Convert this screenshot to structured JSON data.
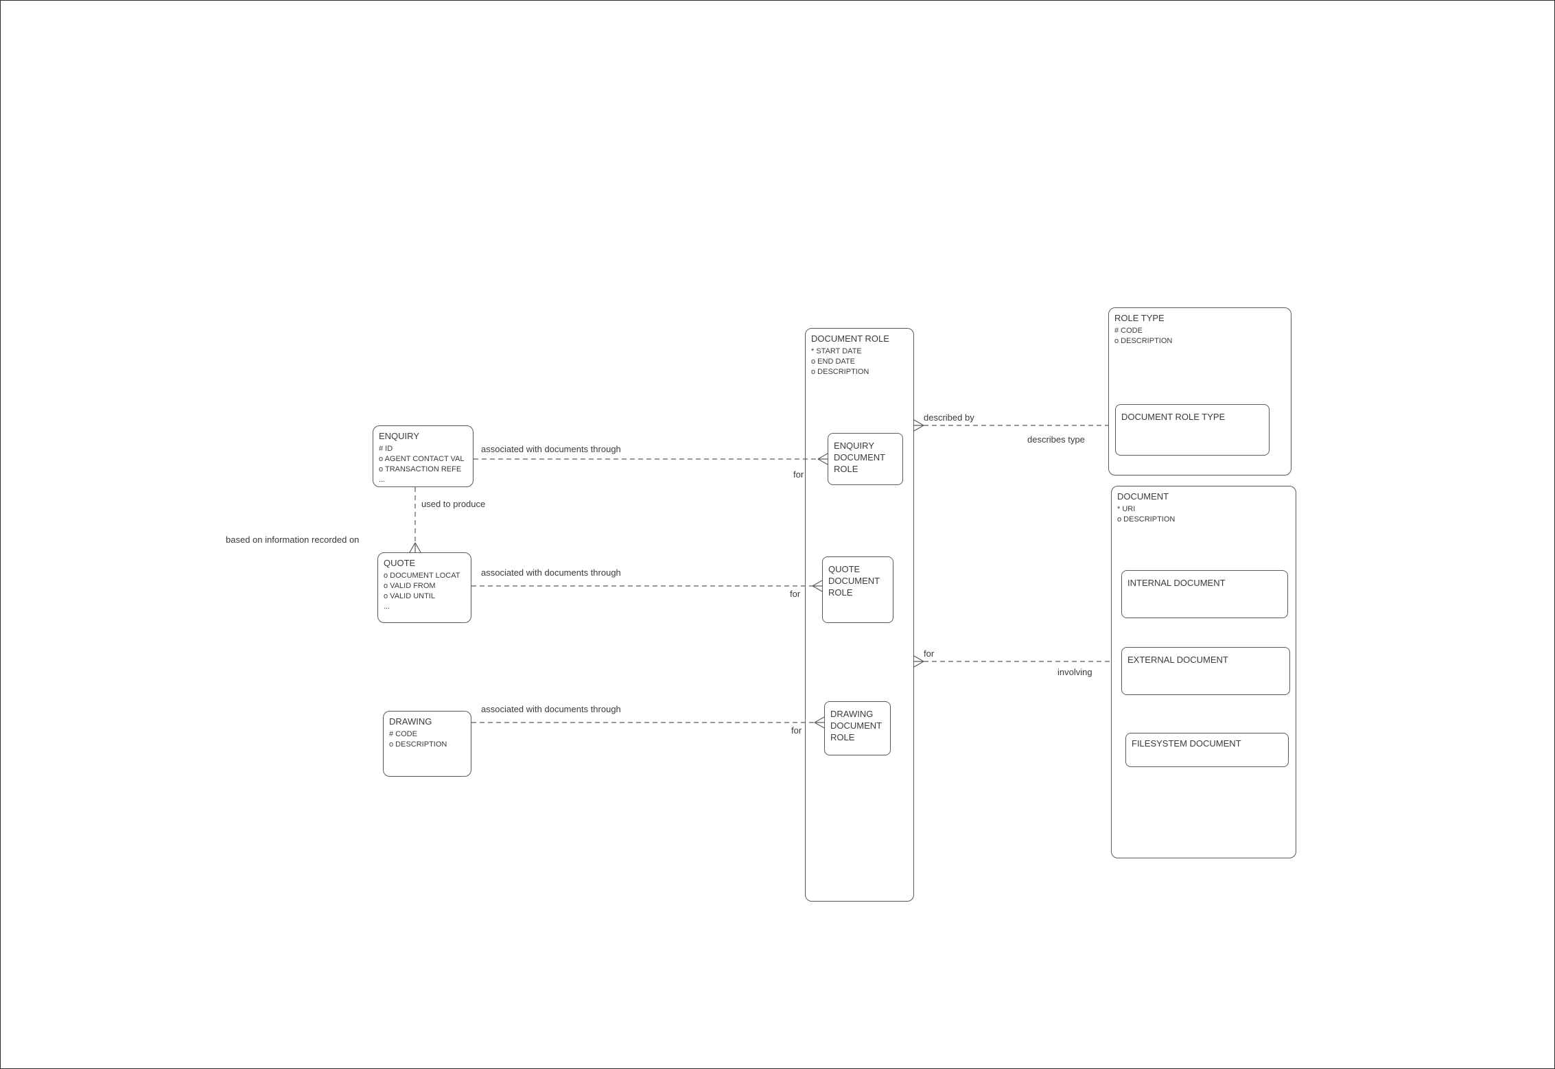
{
  "colors": {
    "background": "#ffffff",
    "line": "#5a5a5a",
    "text": "#3a3a3a"
  },
  "entities": {
    "enquiry": {
      "title": "ENQUIRY",
      "attrs": [
        "# ID",
        "o AGENT CONTACT VAL",
        "o TRANSACTION REFE",
        "..."
      ]
    },
    "quote": {
      "title": "QUOTE",
      "attrs": [
        "o DOCUMENT LOCAT",
        "o VALID FROM",
        "o VALID UNTIL",
        "..."
      ]
    },
    "drawing": {
      "title": "DRAWING",
      "attrs": [
        "# CODE",
        "o DESCRIPTION"
      ]
    },
    "document_role": {
      "title": "DOCUMENT ROLE",
      "attrs": [
        "* START DATE",
        "o END DATE",
        "o DESCRIPTION"
      ]
    },
    "enquiry_document_role": {
      "title": "ENQUIRY DOCUMENT ROLE"
    },
    "quote_document_role": {
      "title": "QUOTE DOCUMENT ROLE"
    },
    "drawing_document_role": {
      "title": "DRAWING DOCUMENT ROLE"
    },
    "role_type": {
      "title": "ROLE TYPE",
      "attrs": [
        "# CODE",
        "o DESCRIPTION"
      ]
    },
    "document_role_type": {
      "title": "DOCUMENT ROLE TYPE"
    },
    "document": {
      "title": "DOCUMENT",
      "attrs": [
        "* URI",
        "o DESCRIPTION"
      ]
    },
    "internal_document": {
      "title": "INTERNAL DOCUMENT"
    },
    "external_document": {
      "title": "EXTERNAL DOCUMENT"
    },
    "filesystem_document": {
      "title": "FILESYSTEM DOCUMENT"
    }
  },
  "relationships": {
    "enquiry_to_enquiry_document_role": {
      "near_label": "associated with documents through",
      "far_label": "for"
    },
    "quote_to_quote_document_role": {
      "near_label": "associated with documents through",
      "far_label": "for"
    },
    "drawing_to_drawing_document_role": {
      "near_label": "associated with documents through",
      "far_label": "for"
    },
    "enquiry_to_quote": {
      "near_label": "used to produce",
      "far_label": "based on information recorded on"
    },
    "document_role_to_role_type": {
      "near_label": "described by",
      "far_label": "describes type"
    },
    "document_role_to_document": {
      "near_label": "for",
      "far_label": "involving"
    }
  }
}
